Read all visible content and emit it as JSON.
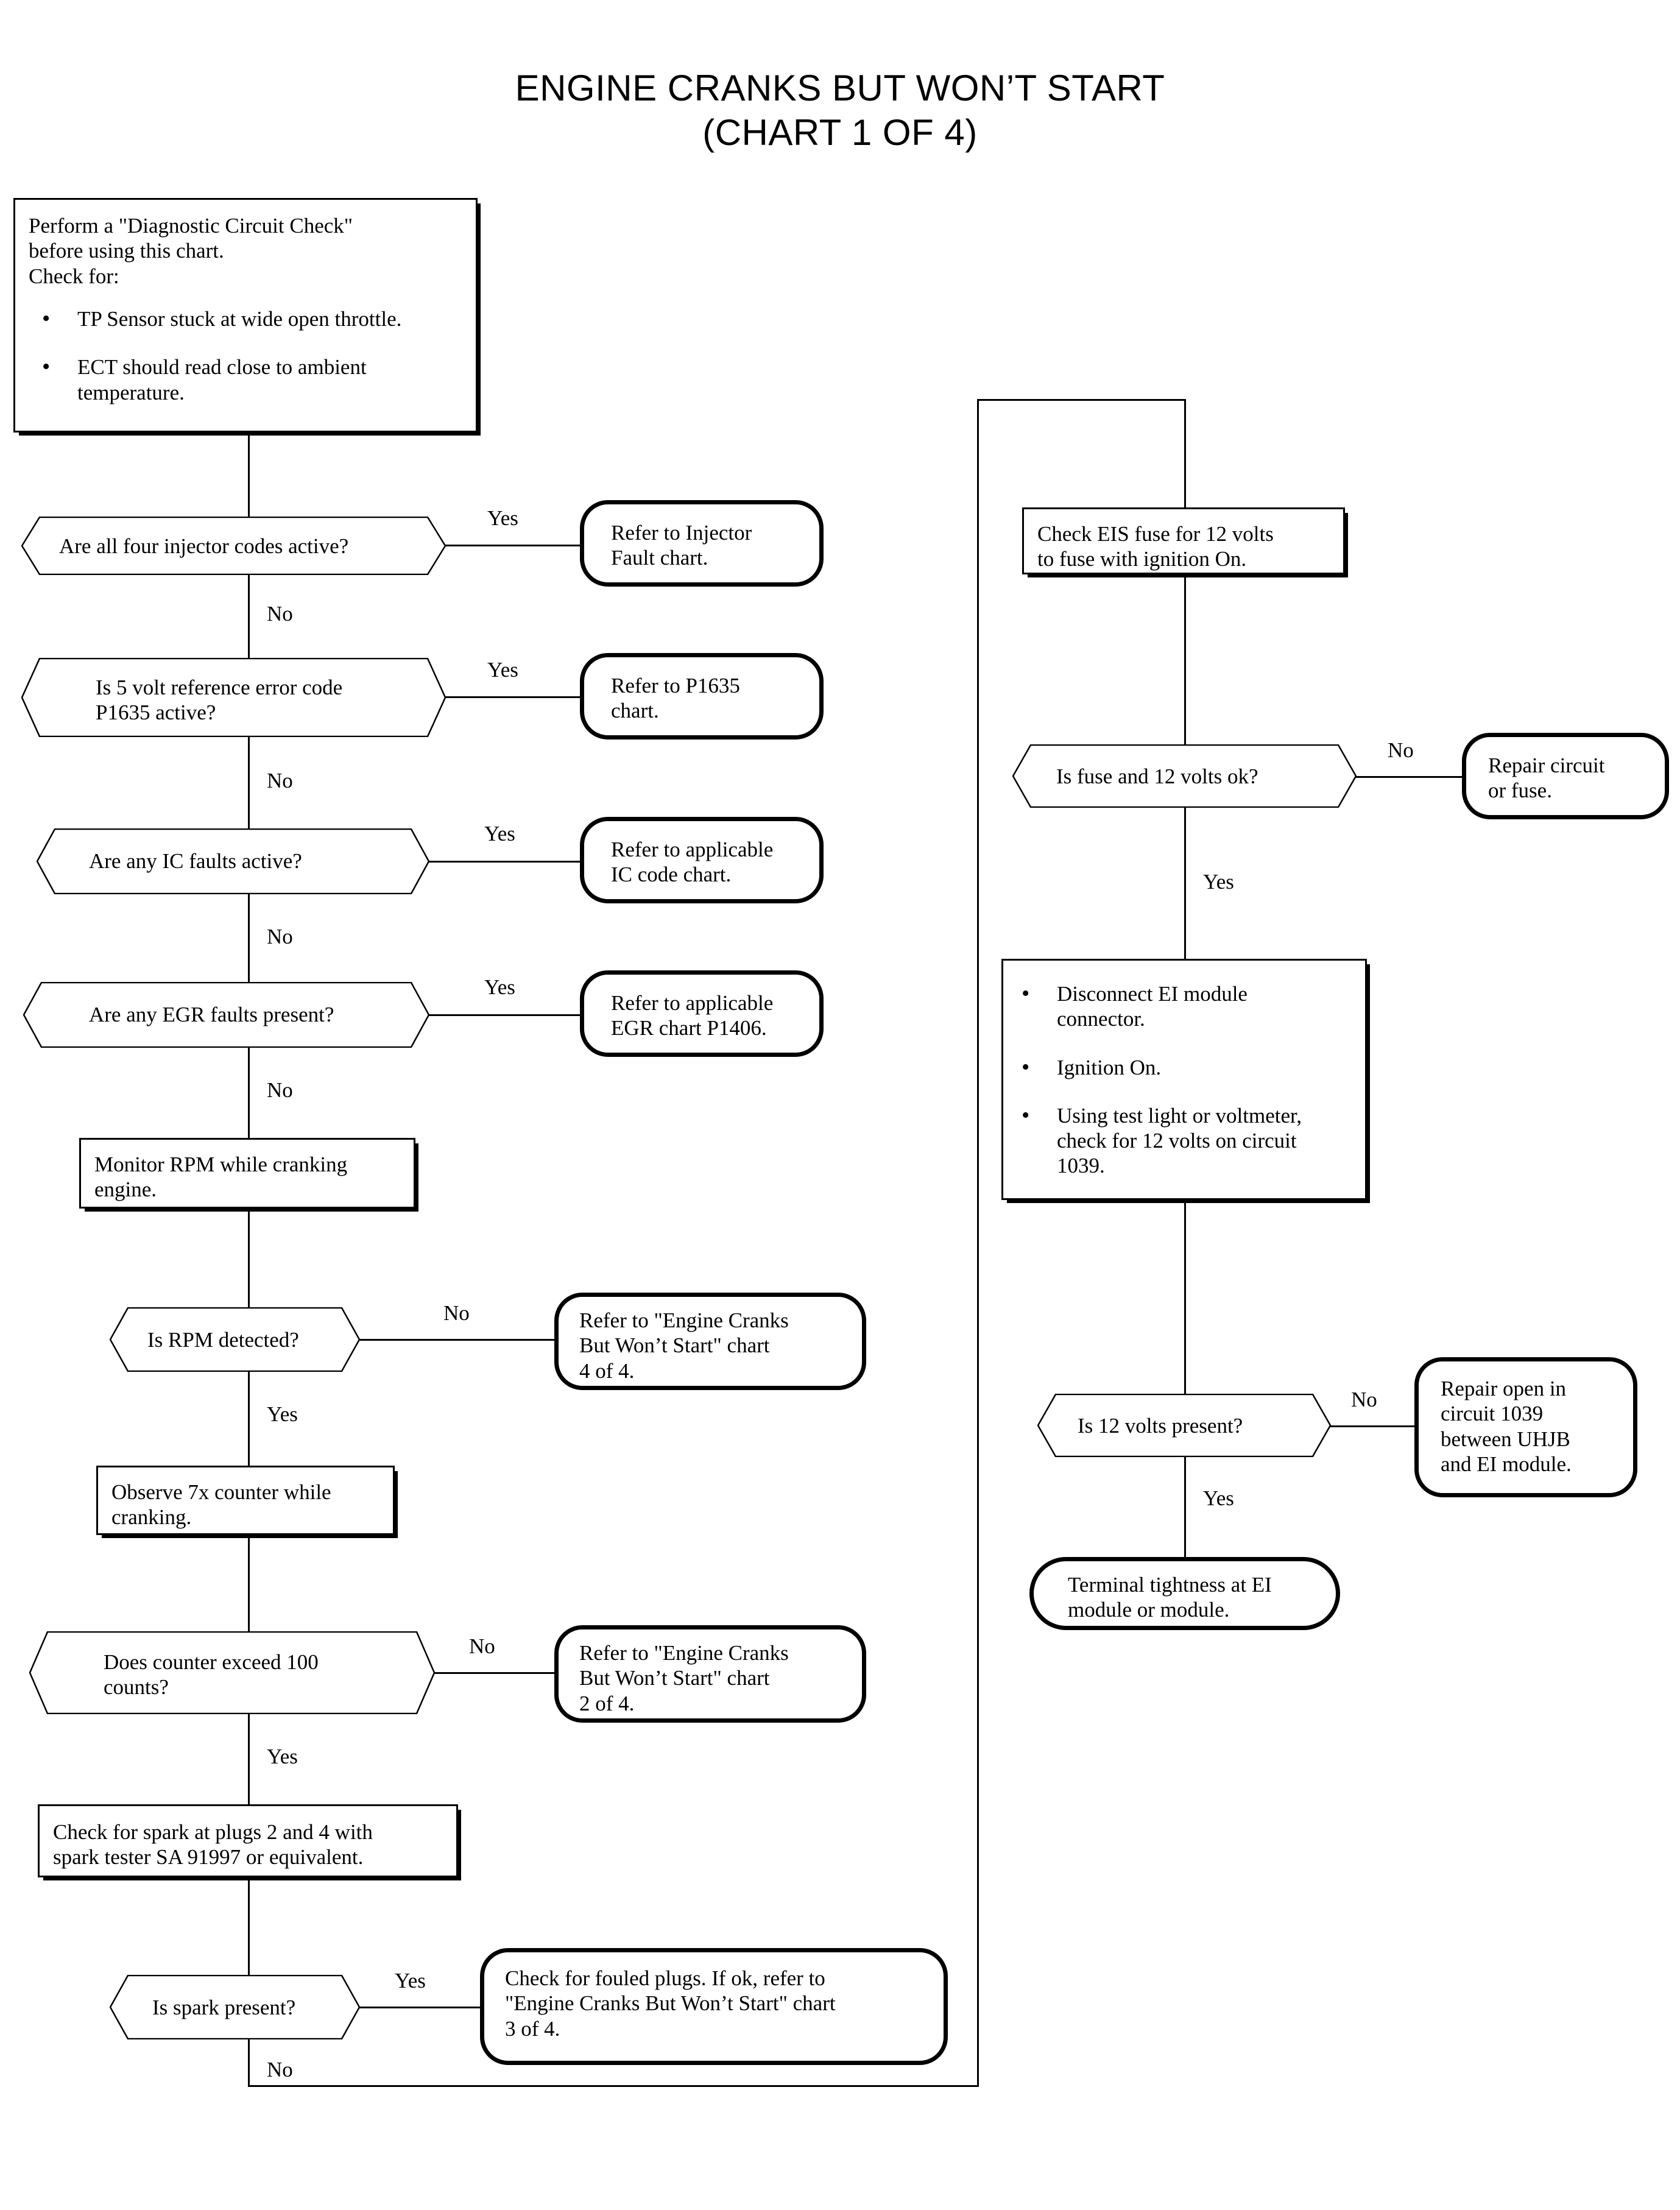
{
  "title": "ENGINE CRANKS BUT WON’T START\n(CHART 1 OF 4)",
  "branch_labels": {
    "yes": "Yes",
    "no": "No"
  },
  "intro_box": {
    "heading": "Perform a \"Diagnostic Circuit Check\"\nbefore using this chart.\nCheck for:",
    "bullets": [
      "TP Sensor stuck at wide open throttle.",
      "ECT should read close to ambient\ntemperature."
    ]
  },
  "left_column": {
    "d1": {
      "question": "Are all four injector codes active?",
      "yes": "Yes",
      "no": "No",
      "result": "Refer to Injector\nFault chart."
    },
    "d2": {
      "question": "Is 5 volt reference error code\nP1635 active?",
      "yes": "Yes",
      "no": "No",
      "result": "Refer to P1635\nchart."
    },
    "d3": {
      "question": "Are any IC faults active?",
      "yes": "Yes",
      "no": "No",
      "result": "Refer to applicable\nIC code chart."
    },
    "d4": {
      "question": "Are any EGR faults present?",
      "yes": "Yes",
      "no": "No",
      "result": "Refer to applicable\nEGR chart P1406."
    },
    "p1": {
      "text": "Monitor RPM while cranking\nengine."
    },
    "d5": {
      "question": "Is RPM detected?",
      "no": "No",
      "yes": "Yes",
      "result": "Refer to \"Engine Cranks\nBut Won’t Start\" chart\n4 of 4."
    },
    "p2": {
      "text": "Observe 7x counter while\ncranking."
    },
    "d6": {
      "question": "Does counter exceed  100\ncounts?",
      "no": "No",
      "yes": "Yes",
      "result": "Refer to \"Engine Cranks\nBut Won’t Start\" chart\n2 of 4."
    },
    "p3": {
      "text": "Check for spark at plugs 2 and 4 with\nspark tester SA 91997 or equivalent."
    },
    "d7": {
      "question": "Is spark present?",
      "yes": "Yes",
      "no": "No",
      "result": "Check for fouled plugs. If ok, refer to\n\"Engine Cranks But Won’t Start\" chart\n3 of 4."
    }
  },
  "right_column": {
    "p4": {
      "text": "Check EIS fuse for 12 volts\nto fuse with ignition On."
    },
    "d8": {
      "question": "Is fuse and 12 volts ok?",
      "no": "No",
      "yes": "Yes",
      "result": "Repair circuit\nor fuse."
    },
    "p5": {
      "bullets": [
        "Disconnect EI module\nconnector.",
        "Ignition On.",
        "Using test light or voltmeter,\ncheck for 12 volts on circuit\n1039."
      ]
    },
    "d9": {
      "question": "Is 12 volts present?",
      "no": "No",
      "yes": "Yes",
      "result": "Repair open in\ncircuit 1039\nbetween UHJB\nand EI module."
    },
    "end": {
      "text": "Terminal tightness at EI\nmodule or module."
    }
  },
  "colors": {
    "ink": "#000000",
    "paper": "#ffffff"
  }
}
